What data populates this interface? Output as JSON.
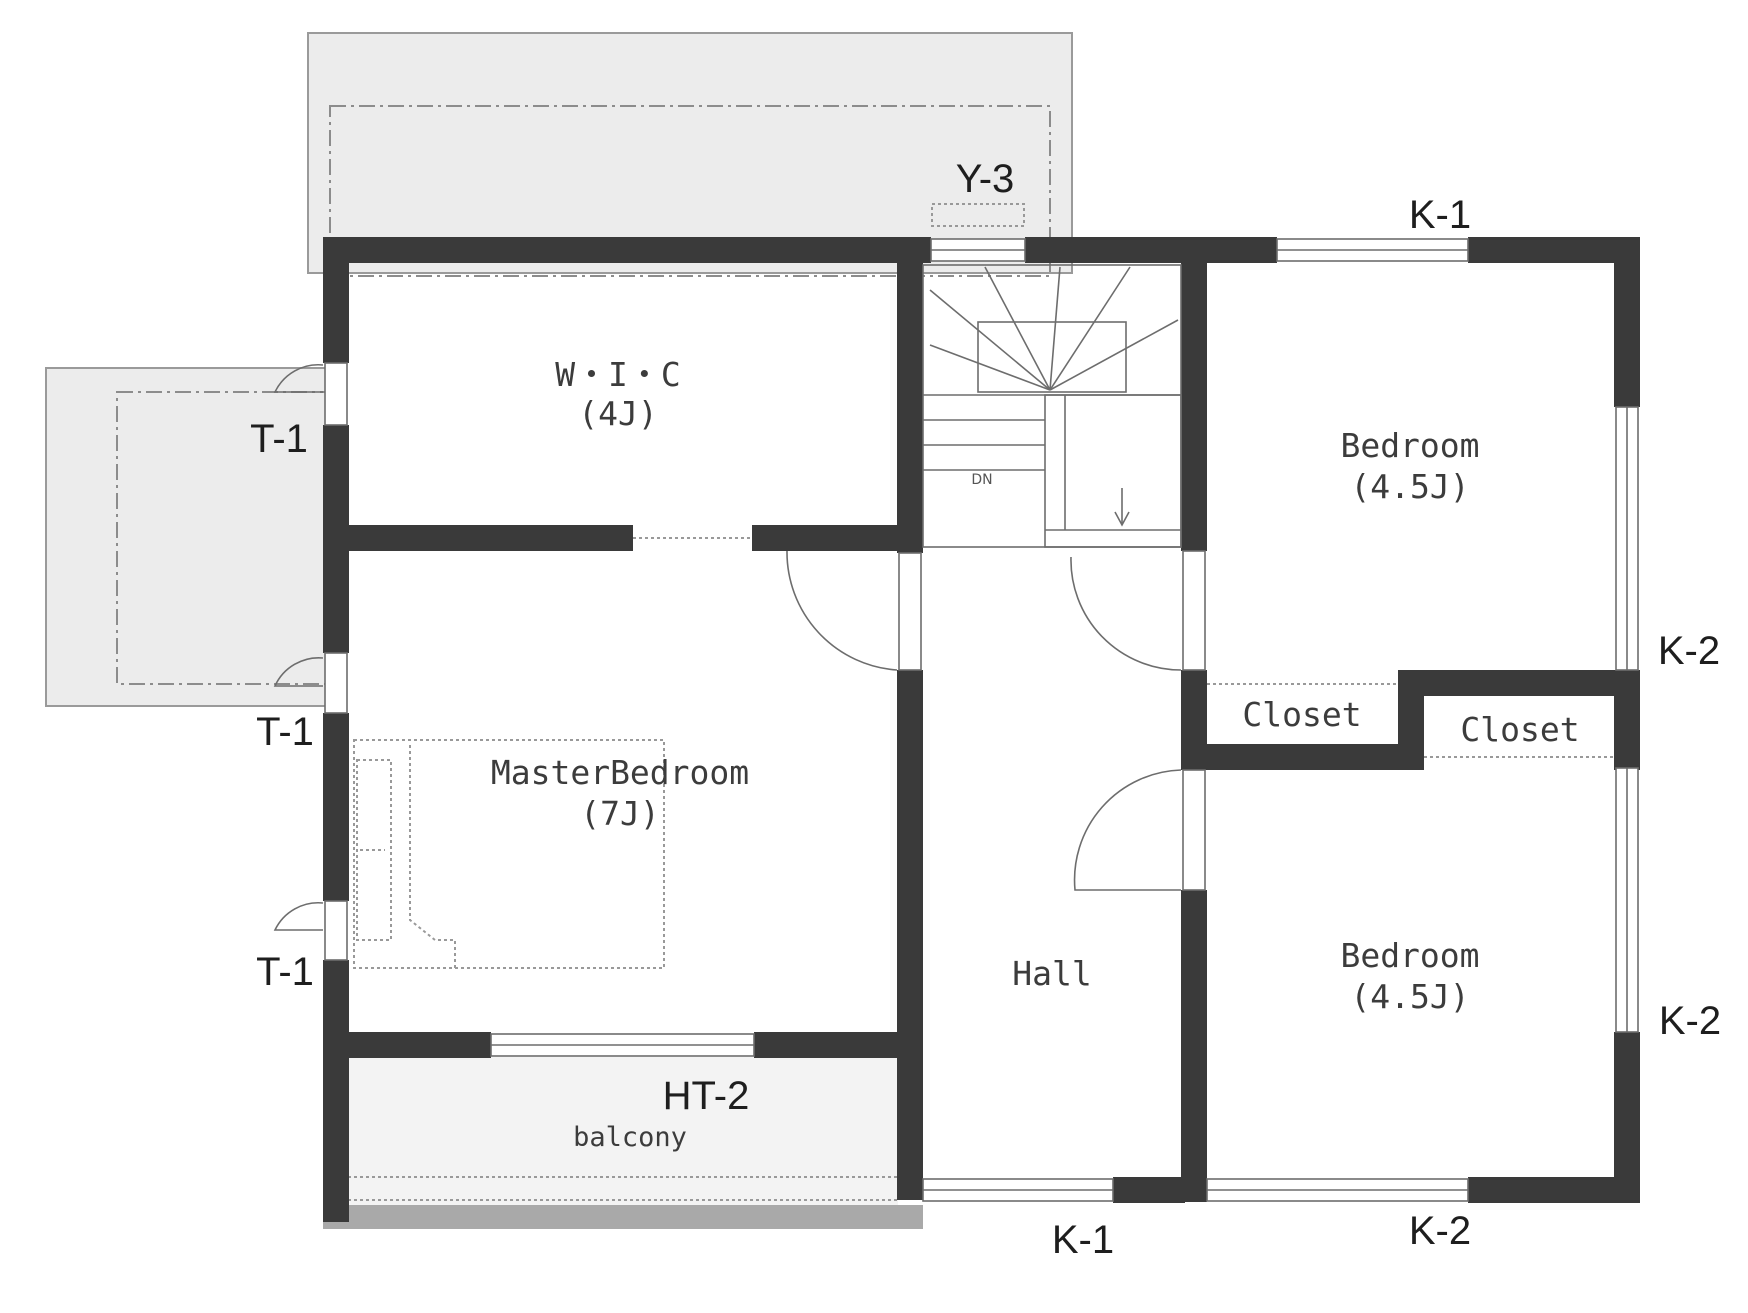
{
  "rooms": {
    "wic": {
      "name": "W・I・C",
      "size": "(4J)"
    },
    "master": {
      "name": "MasterBedroom",
      "size": "(7J)"
    },
    "bedroom_top": {
      "name": "Bedroom",
      "size": "(4.5J)"
    },
    "bedroom_bottom": {
      "name": "Bedroom",
      "size": "(4.5J)"
    },
    "closet_left": {
      "name": "Closet"
    },
    "closet_right": {
      "name": "Closet"
    },
    "hall": {
      "name": "Hall"
    },
    "balcony": {
      "name": "balcony"
    }
  },
  "stair_mark": "DN",
  "window_codes": {
    "y3": "Y-3",
    "k1_top": "K-1",
    "k2_right_upper": "K-2",
    "k2_right_lower": "K-2",
    "k1_bottom": "K-1",
    "k2_bottom": "K-2",
    "t1_upper": "T-1",
    "t1_middle": "T-1",
    "t1_lower": "T-1",
    "ht2": "HT-2"
  }
}
